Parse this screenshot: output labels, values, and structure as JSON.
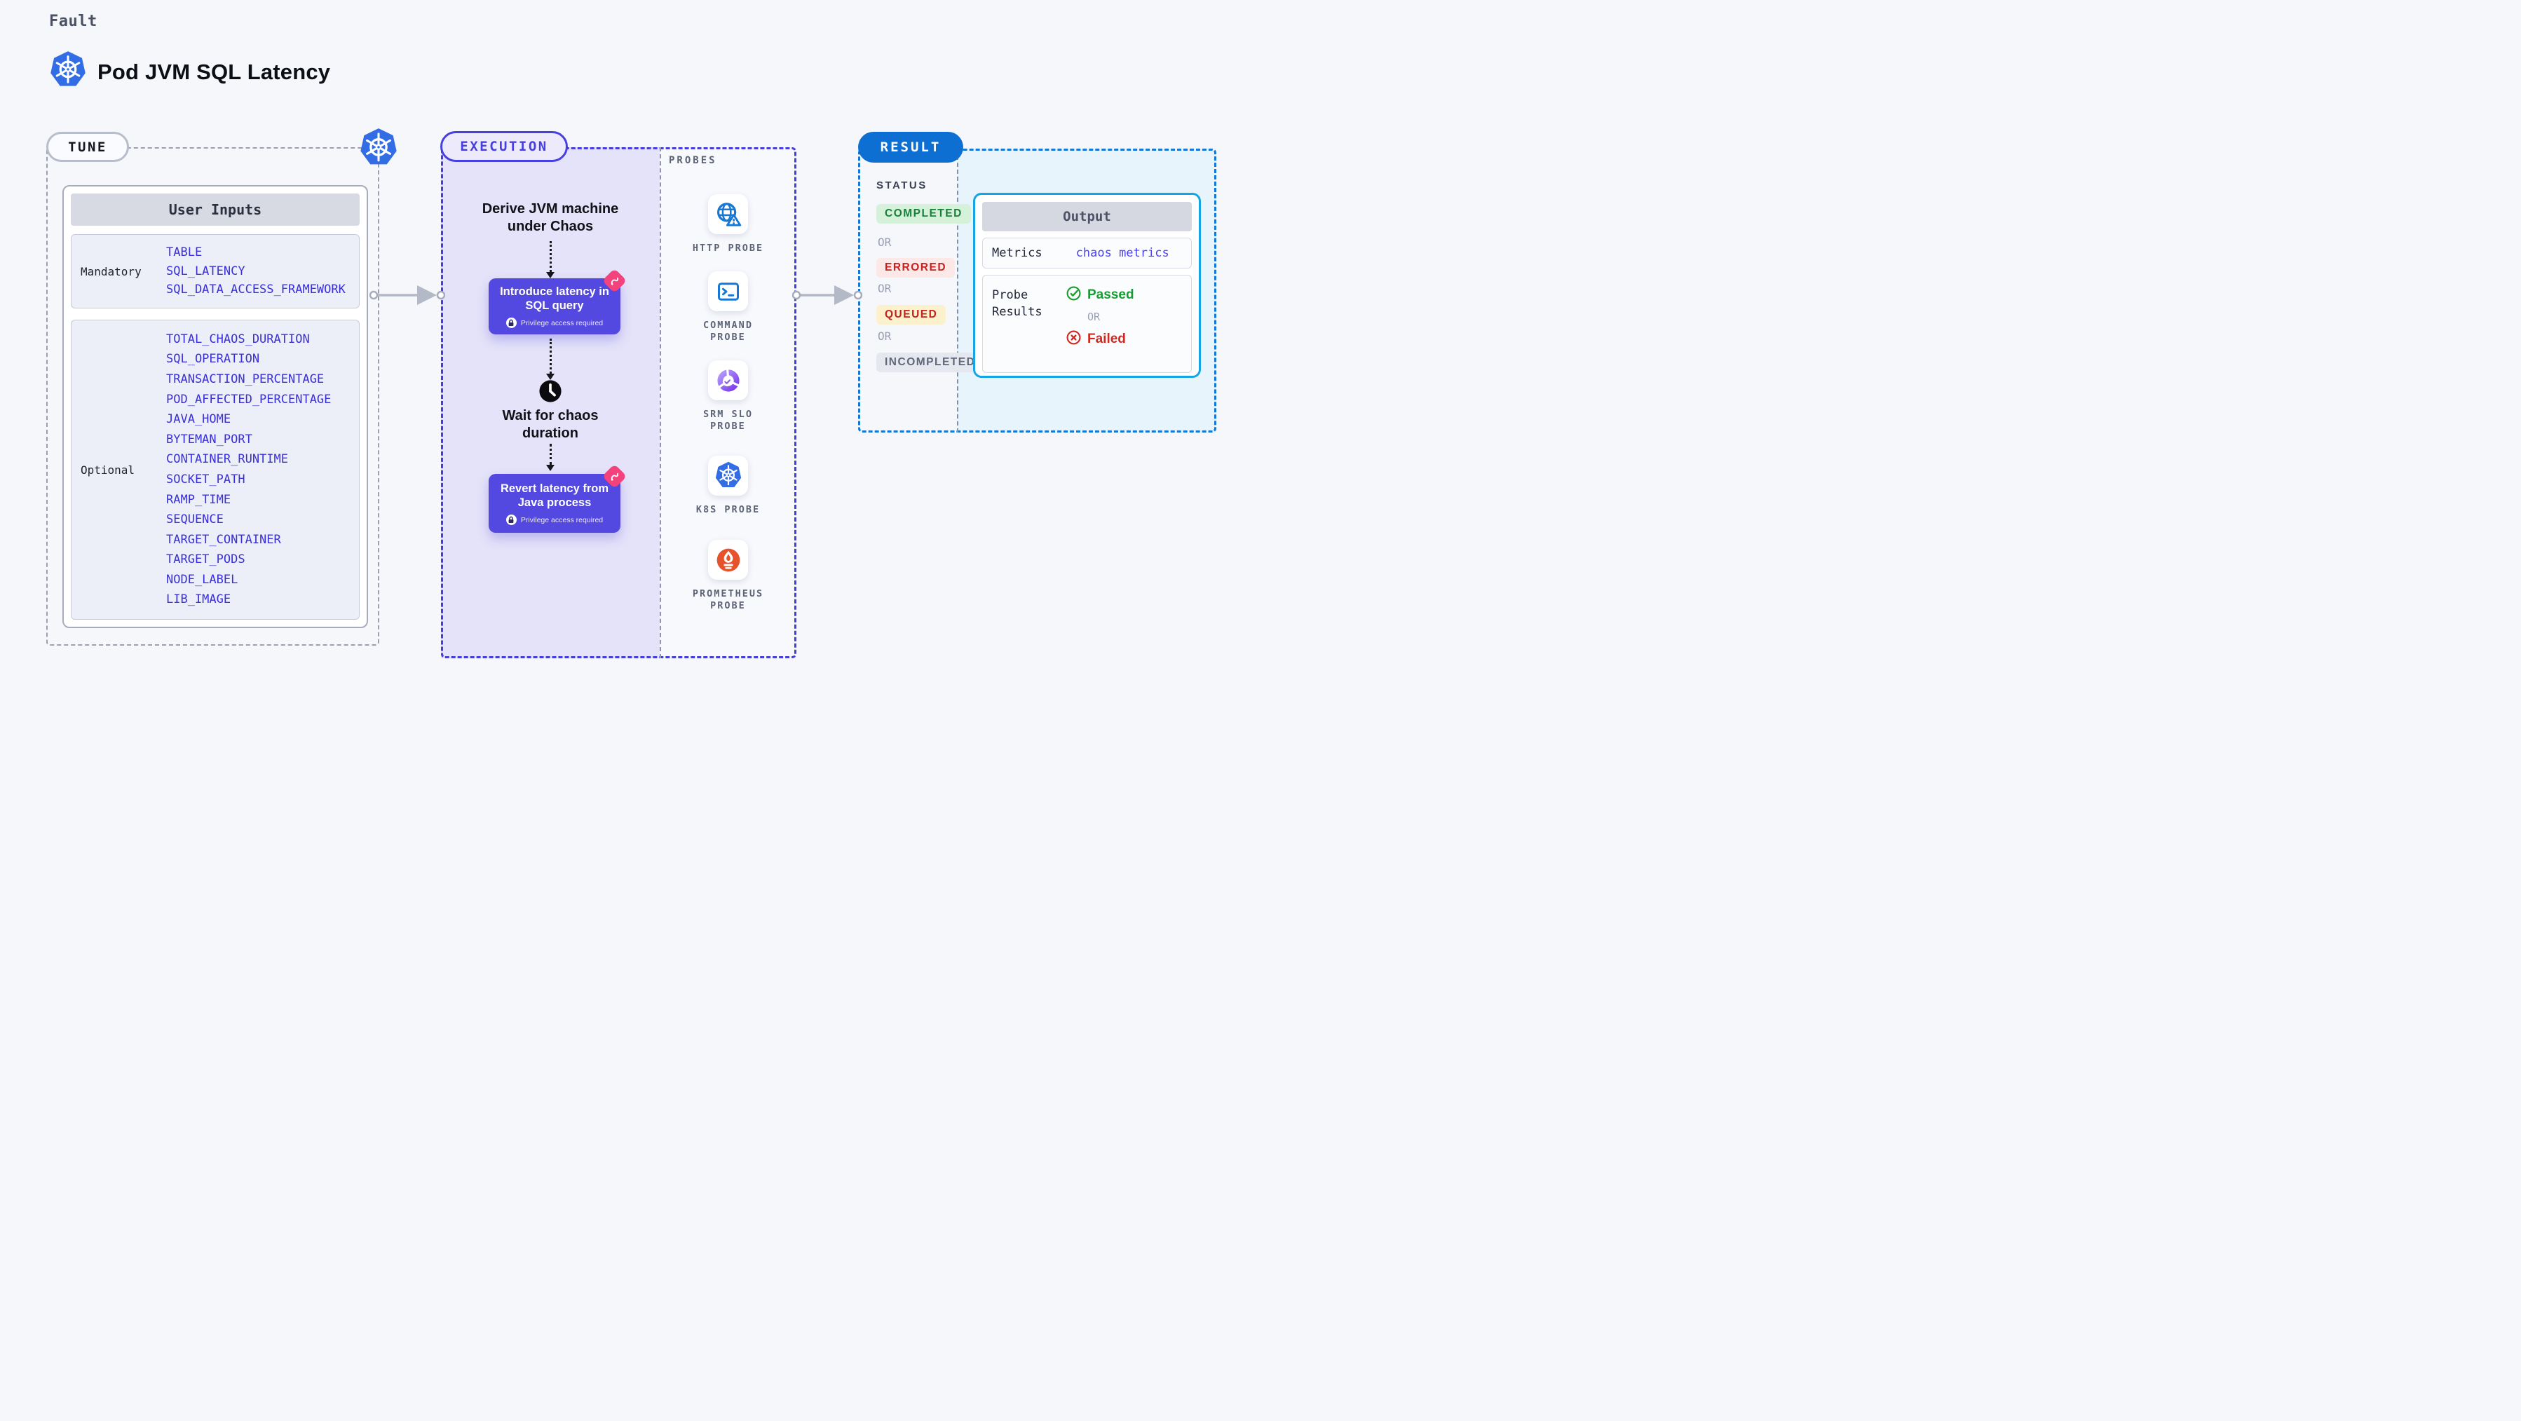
{
  "header": {
    "eyebrow": "Fault",
    "title": "Pod JVM SQL Latency"
  },
  "tune": {
    "badge": "TUNE",
    "user_inputs": {
      "title": "User Inputs",
      "mandatory": {
        "label": "Mandatory",
        "items": [
          "TABLE",
          "SQL_LATENCY",
          "SQL_DATA_ACCESS_FRAMEWORK"
        ]
      },
      "optional": {
        "label": "Optional",
        "items": [
          "TOTAL_CHAOS_DURATION",
          "SQL_OPERATION",
          "TRANSACTION_PERCENTAGE",
          "POD_AFFECTED_PERCENTAGE",
          "JAVA_HOME",
          "BYTEMAN_PORT",
          "CONTAINER_RUNTIME",
          "SOCKET_PATH",
          "RAMP_TIME",
          "SEQUENCE",
          "TARGET_CONTAINER",
          "TARGET_PODS",
          "NODE_LABEL",
          "LIB_IMAGE"
        ]
      }
    }
  },
  "execution": {
    "badge": "EXECUTION",
    "derive_step": "Derive JVM machine\nunder Chaos",
    "chaos_step": {
      "label": "Introduce latency in\nSQL query",
      "note": "Privilege access required"
    },
    "wait_step": "Wait for chaos\nduration",
    "revert_step": {
      "label": "Revert latency from\nJava process",
      "note": "Privilege access required"
    }
  },
  "probes": {
    "title": "PROBES",
    "items": [
      {
        "label": "HTTP PROBE",
        "icon": "globe-alert-icon"
      },
      {
        "label": "COMMAND\nPROBE",
        "icon": "terminal-icon"
      },
      {
        "label": "SRM SLO\nPROBE",
        "icon": "slo-donut-icon"
      },
      {
        "label": "K8S PROBE",
        "icon": "kubernetes-icon"
      },
      {
        "label": "PROMETHEUS\nPROBE",
        "icon": "prometheus-flame-icon"
      }
    ]
  },
  "result": {
    "badge": "RESULT",
    "status": {
      "heading": "STATUS",
      "or_label": "OR",
      "items": [
        {
          "label": "COMPLETED",
          "bg": "#d5f1d9",
          "color": "#188038"
        },
        {
          "label": "ERRORED",
          "bg": "#fce8e7",
          "color": "#c5221f"
        },
        {
          "label": "QUEUED",
          "bg": "#fcf1cd",
          "color": "#c5221f"
        },
        {
          "label": "INCOMPLETED",
          "bg": "#e6e8f0",
          "color": "#5f6779"
        }
      ]
    },
    "output": {
      "title": "Output",
      "metrics_label": "Metrics",
      "metrics_value": "chaos metrics",
      "probe_results_label": "Probe\nResults",
      "passed": "Passed",
      "or_label": "OR",
      "failed": "Failed"
    }
  },
  "colors": {
    "background": "#f6f7fb",
    "execution_fill": "#e5e3f9",
    "execution_dash": "#453ddb",
    "tune_dash": "#9aa0af",
    "result_dash": "#1377d3",
    "result_fill": "#e8f4fb",
    "chaos_box": "#5348e0",
    "input_item_text": "#3a30da",
    "result_badge_bg": "#0d6fd1",
    "output_border": "#14a5e4",
    "metrics_value_text": "#4b42ef",
    "passed_green": "#189a35",
    "failed_red": "#d0281e",
    "kubernetes_blue": "#326de6",
    "prometheus_orange": "#e6522c",
    "probe_icon_blue": "#1678d3",
    "litmus_pink": "#f3427c",
    "arrow_gray": "#b3b9c7"
  }
}
